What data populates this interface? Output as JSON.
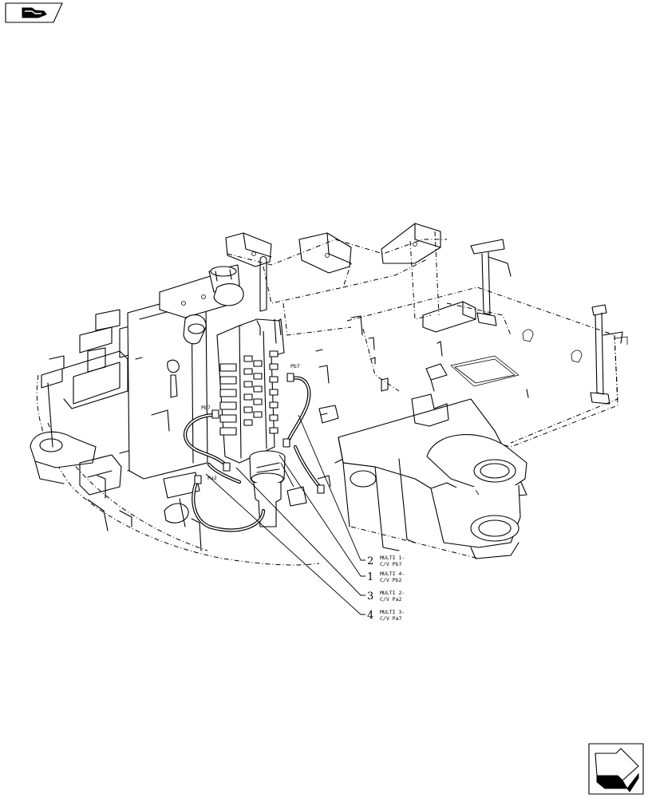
{
  "callouts": [
    {
      "number": "2",
      "line1": "MULTI 1-",
      "line2": "C/V Pb7"
    },
    {
      "number": "1",
      "line1": "MULTI 4-",
      "line2": "C/V Pb2"
    },
    {
      "number": "3",
      "line1": "MULTI 2-",
      "line2": "C/V Pa2"
    },
    {
      "number": "4",
      "line1": "MULTI 3-",
      "line2": "C/V Pa7"
    }
  ],
  "port_tags": {
    "pb7_left": "Pb7",
    "pb7_right": "Pb7",
    "pa2": "Pa2"
  },
  "icons": {
    "top_left": "previous-page-icon",
    "bottom_right": "next-page-icon"
  }
}
